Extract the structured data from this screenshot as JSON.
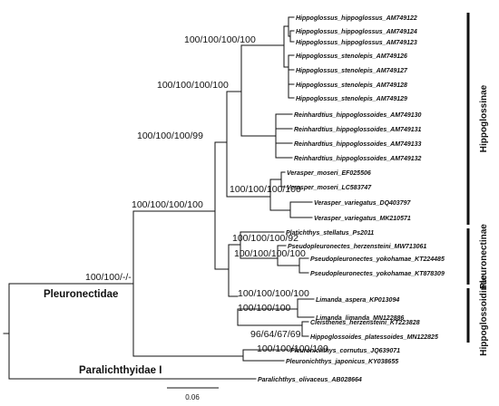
{
  "tips": [
    "Hippoglossus_hippoglossus_AM749122",
    "Hippoglossus_hippoglossus_AM749124",
    "Hippoglossus_hippoglossus_AM749123",
    "Hippoglossus_stenolepis_AM749126",
    "Hippoglossus_stenolepis_AM749127",
    "Hippoglossus_stenolepis_AM749128",
    "Hippoglossus_stenolepis_AM749129",
    "Reinhardtius_hippoglossoides_AM749130",
    "Reinhardtius_hippoglossoides_AM749131",
    "Reinhardtius_hippoglossoides_AM749133",
    "Reinhardtius_hippoglossoides_AM749132",
    "Verasper_moseri_EF025506",
    "Verasper_moseri_LC583747",
    "Verasper_variegatus_DQ403797",
    "Verasper_variegatus_MK210571",
    "Platichthys_stellatus_Ps2011",
    "Pseudopleuronectes_herzensteini_MW713061",
    "Pseudopleuronectes_yokohamae_KT224485",
    "Pseudopleuronectes_yokohamae_KT878309",
    "Limanda_aspera_KP013094",
    "Limanda_limanda_MN122886",
    "Cleisthenes_herzensteini_KT223828",
    "Hippoglossoides_platessoides_MN122825",
    "Pleuronichthys_cornutus_JQ639071",
    "Pleuronichthys_japonicus_KY038655",
    "Paralichthys_olivaceus_AB028664"
  ],
  "supports": {
    "hippoglossus": "100/100/100/100",
    "hipp_reinh": "100/100/100/100",
    "hipp_reinh_veras": "100/100/100/99",
    "verasper": "100/100/100/100",
    "pleuronectidae_core": "100/100/100/100",
    "pleuronectinae": "100/100/100/92",
    "pseudopleuronectes": "100/100/100/100",
    "limanda": "100/100/100/100",
    "hippoglossoidinae": "100/100/100",
    "cleisthenes_hippo": "96/64/67/69",
    "pleuronichthys": "100/100/100/100",
    "root": "100/100/-/-"
  },
  "families": {
    "pleuronectidae": "Pleuronectidae",
    "paralichthyidae": "Paralichthyidae I"
  },
  "subfamilies": {
    "hippoglossinae": "Hippoglossinae",
    "pleuronectinae": "Pleuronectinae",
    "hippoglossoidinae": "Hippoglossoidinae"
  },
  "scale": "0.06"
}
